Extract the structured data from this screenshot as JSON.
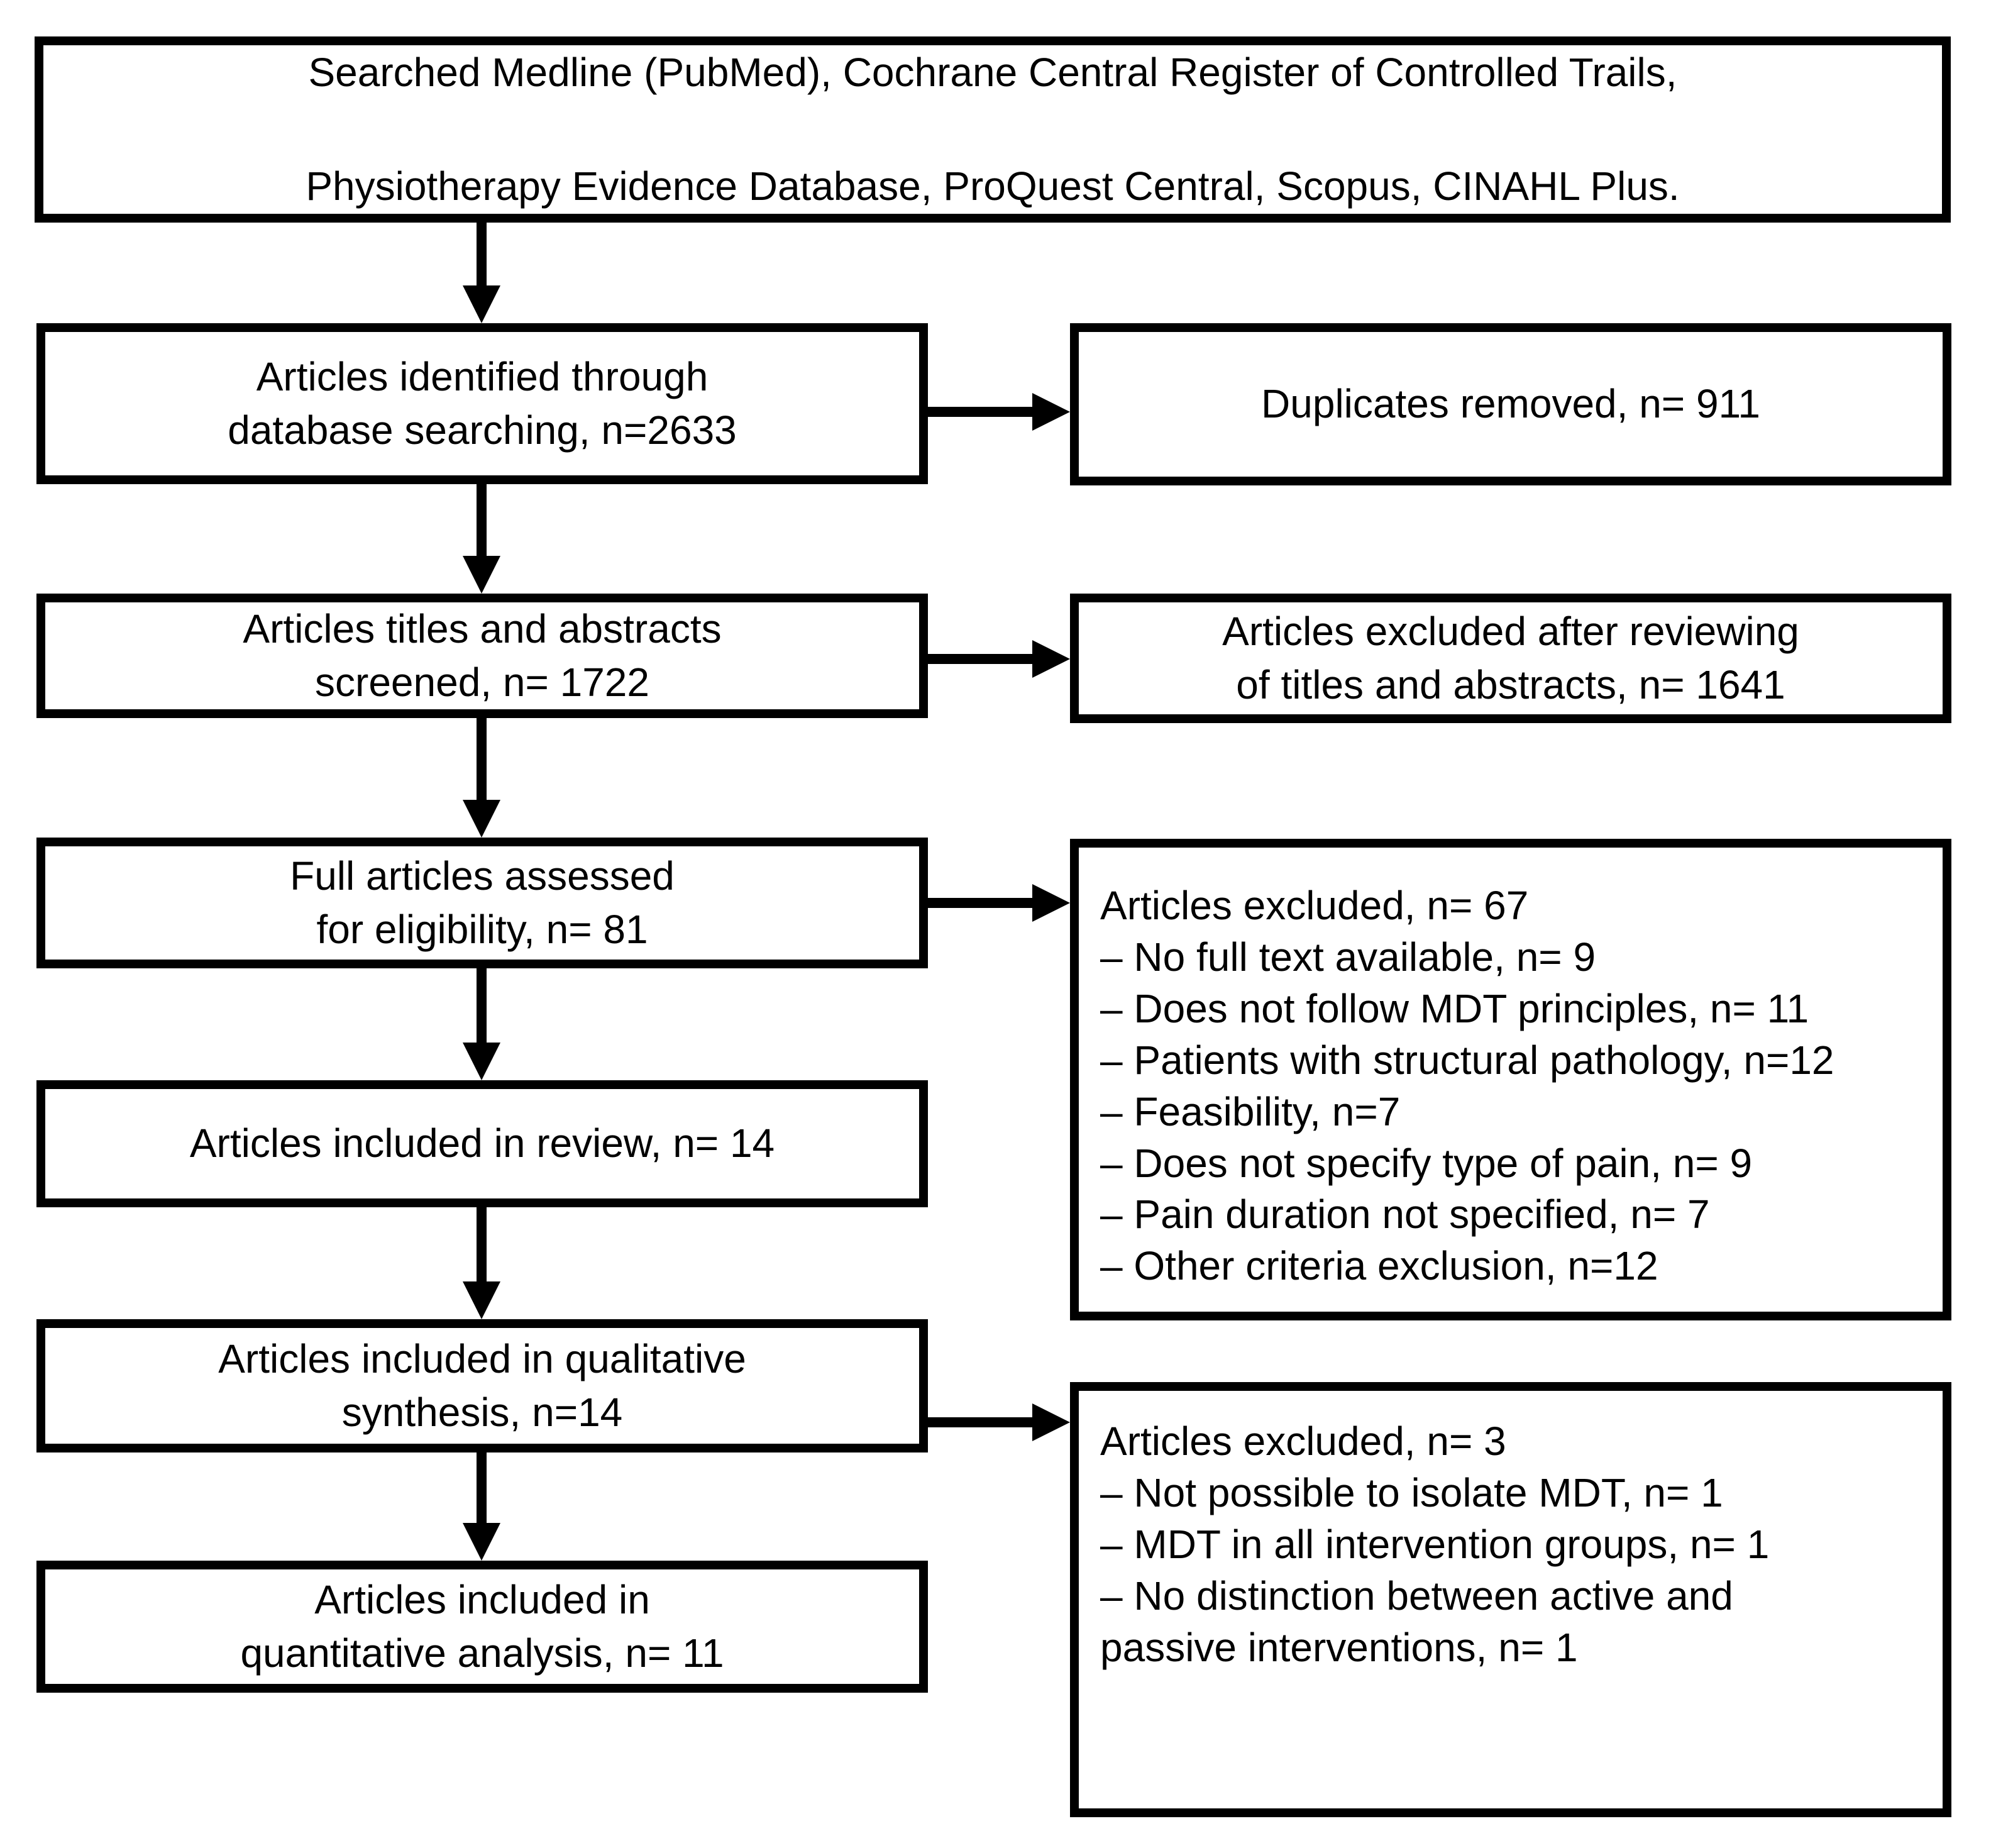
{
  "figure": {
    "type": "systematic-review-flow-diagram",
    "colors": {
      "border": "#000000",
      "background": "#ffffff",
      "text": "#000000"
    },
    "boxes": {
      "sources": {
        "lines": [
          "Searched Medline (PubMed), Cochrane Central Register of Controlled Trails,",
          "Physiotherapy Evidence Database, ProQuest Central, Scopus, CINAHL Plus."
        ]
      },
      "identified": {
        "lines": [
          "Articles identified through",
          "database searching, n=2633"
        ]
      },
      "duplicates_removed": {
        "lines": [
          "Duplicates removed, n= 911"
        ]
      },
      "screened": {
        "lines": [
          "Articles titles and abstracts",
          "screened, n= 1722"
        ]
      },
      "excluded_title_abstract": {
        "lines": [
          "Articles excluded after reviewing",
          "of titles and abstracts, n= 1641"
        ]
      },
      "full_text_assessed": {
        "lines": [
          "Full articles assessed",
          "for eligibility, n= 81"
        ]
      },
      "excluded_full_text": {
        "lines": [
          "Articles excluded, n= 67",
          "– No full text available, n= 9",
          "– Does not follow MDT principles, n= 11",
          "– Patients with structural pathology, n=12",
          "– Feasibility, n=7",
          "– Does not specify type of pain, n= 9",
          "– Pain duration not specified, n= 7",
          "– Other criteria exclusion, n=12"
        ]
      },
      "included_review": {
        "lines": [
          "Articles included in review, n= 14"
        ]
      },
      "qualitative_synthesis": {
        "lines": [
          "Articles included in qualitative",
          "synthesis, n=14"
        ]
      },
      "excluded_qualitative": {
        "lines": [
          "Articles excluded, n= 3",
          "– Not possible to isolate MDT, n= 1",
          "– MDT in all intervention groups, n= 1",
          "– No distinction between active and",
          "passive interventions, n= 1"
        ]
      },
      "quantitative_analysis": {
        "lines": [
          "Articles included in",
          "quantitative analysis, n= 11"
        ]
      }
    }
  }
}
